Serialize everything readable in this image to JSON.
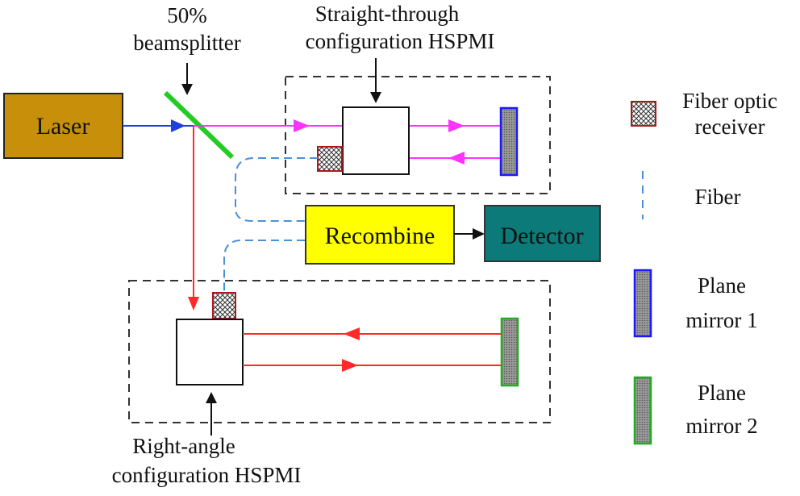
{
  "diagram": {
    "labels": {
      "beamsplitter_line1": "50%",
      "beamsplitter_line2": "beamsplitter",
      "straight_line1": "Straight-through",
      "straight_line2": "configuration HSPMI",
      "right_line1": "Right-angle",
      "right_line2": "configuration HSPMI"
    },
    "boxes": {
      "laser": "Laser",
      "recombine": "Recombine",
      "detector": "Detector"
    },
    "legend": {
      "fiber_receiver_line1": "Fiber optic",
      "fiber_receiver_line2": "receiver",
      "fiber": "Fiber",
      "mirror1_line1": "Plane",
      "mirror1_line2": "mirror 1",
      "mirror2_line1": "Plane",
      "mirror2_line2": "mirror 2"
    },
    "colors": {
      "laser_fill": "#c8900a",
      "recombine_fill": "#ffff00",
      "detector_fill": "#0c7a78",
      "blue_beam": "#1f3fe0",
      "magenta_beam": "#ff33ff",
      "red_beam": "#ff2a2a",
      "fiber": "#4a90d9",
      "beamsplitter": "#22cc22",
      "mirror1_border": "#1a1aff",
      "mirror2_border": "#22aa22",
      "receiver_border": "#aa1a1a"
    }
  }
}
